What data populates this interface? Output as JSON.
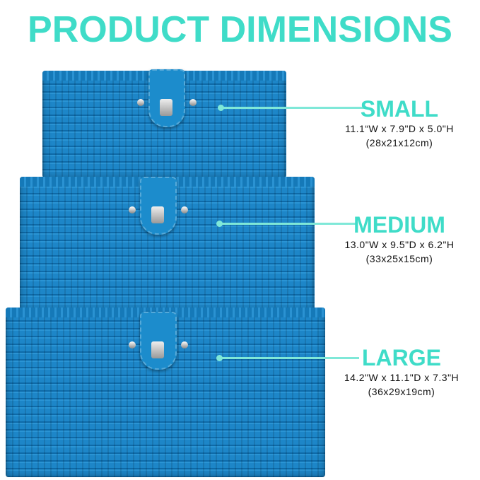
{
  "title": "PRODUCT DIMENSIONS",
  "sizes": [
    {
      "name": "SMALL",
      "imperial": "11.1“W x 7.9\"D x 5.0\"H",
      "metric": "(28x21x12cm)"
    },
    {
      "name": "MEDIUM",
      "imperial": "13.0\"W x 9.5\"D x 6.2\"H",
      "metric": "(33x25x15cm)"
    },
    {
      "name": "LARGE",
      "imperial": "14.2\"W x 11.1\"D x 7.3\"H",
      "metric": "(36x29x19cm)"
    }
  ],
  "colors": {
    "accent": "#3fdcc8",
    "basket": "#1d86c8"
  }
}
